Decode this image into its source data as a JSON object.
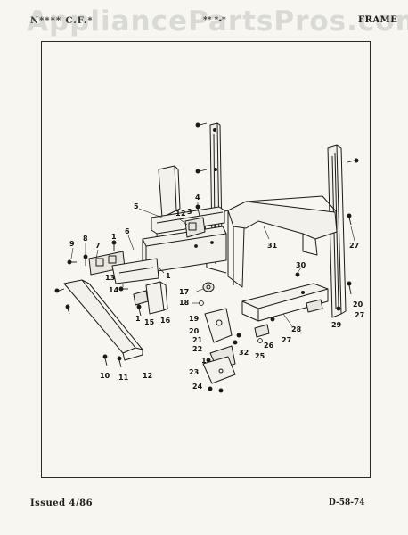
{
  "header": {
    "model": "N**** C.F.*",
    "section": "** *-*",
    "title": "FRAME"
  },
  "watermark": "AppliancePartsPros.com",
  "footer": {
    "issued": "Issued 4/86",
    "code": "D-58-74"
  },
  "callouts": [
    {
      "id": "1a",
      "label": "1"
    },
    {
      "id": "2",
      "label": "2"
    },
    {
      "id": "3",
      "label": "3"
    },
    {
      "id": "4",
      "label": "4"
    },
    {
      "id": "5",
      "label": "5"
    },
    {
      "id": "6",
      "label": "6"
    },
    {
      "id": "7",
      "label": "7"
    },
    {
      "id": "8",
      "label": "8"
    },
    {
      "id": "9",
      "label": "9"
    },
    {
      "id": "1b",
      "label": "1"
    },
    {
      "id": "1c",
      "label": "1"
    },
    {
      "id": "13",
      "label": "13"
    },
    {
      "id": "14",
      "label": "14"
    },
    {
      "id": "1d",
      "label": "1"
    },
    {
      "id": "15",
      "label": "15"
    },
    {
      "id": "16",
      "label": "16"
    },
    {
      "id": "17",
      "label": "17"
    },
    {
      "id": "18",
      "label": "18"
    },
    {
      "id": "10",
      "label": "10"
    },
    {
      "id": "11",
      "label": "11"
    },
    {
      "id": "12",
      "label": "12"
    },
    {
      "id": "19",
      "label": "19"
    },
    {
      "id": "20",
      "label": "20"
    },
    {
      "id": "21",
      "label": "21"
    },
    {
      "id": "22",
      "label": "22"
    },
    {
      "id": "1e",
      "label": "1"
    },
    {
      "id": "23",
      "label": "23"
    },
    {
      "id": "24",
      "label": "24"
    },
    {
      "id": "32",
      "label": "32"
    },
    {
      "id": "25a",
      "label": "25"
    },
    {
      "id": "26",
      "label": "26"
    },
    {
      "id": "27a",
      "label": "27"
    },
    {
      "id": "28",
      "label": "28"
    },
    {
      "id": "29",
      "label": "29"
    },
    {
      "id": "30",
      "label": "30"
    },
    {
      "id": "31",
      "label": "31"
    },
    {
      "id": "27b",
      "label": "27"
    },
    {
      "id": "20b",
      "label": "20"
    },
    {
      "id": "27c",
      "label": "27"
    },
    {
      "id": "25b",
      "label": "25"
    }
  ]
}
